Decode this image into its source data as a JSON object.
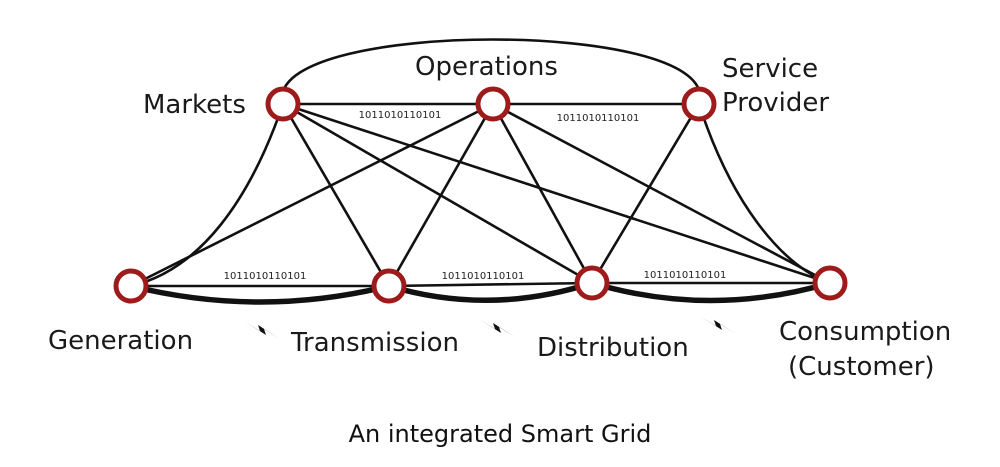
{
  "title": "An integrated Smart Grid",
  "nodes": {
    "markets": "Markets",
    "operations": "Operations",
    "service_provider_line1": "Service",
    "service_provider_line2": "Provider",
    "generation": "Generation",
    "transmission": "Transmission",
    "distribution": "Distribution",
    "consumption_line1": "Consumption",
    "consumption_line2": "(Customer)"
  },
  "data_links": {
    "markets_operations": "1011010110101",
    "operations_service": "1011010110101",
    "generation_transmission": "1011010110101",
    "transmission_distribution": "1011010110101",
    "distribution_consumption": "1011010110101"
  },
  "colors": {
    "node_ring": "#9e1b1b",
    "line": "#111111"
  },
  "icons": [
    "lightning-bolt-icon",
    "lightning-bolt-icon",
    "lightning-bolt-icon"
  ]
}
